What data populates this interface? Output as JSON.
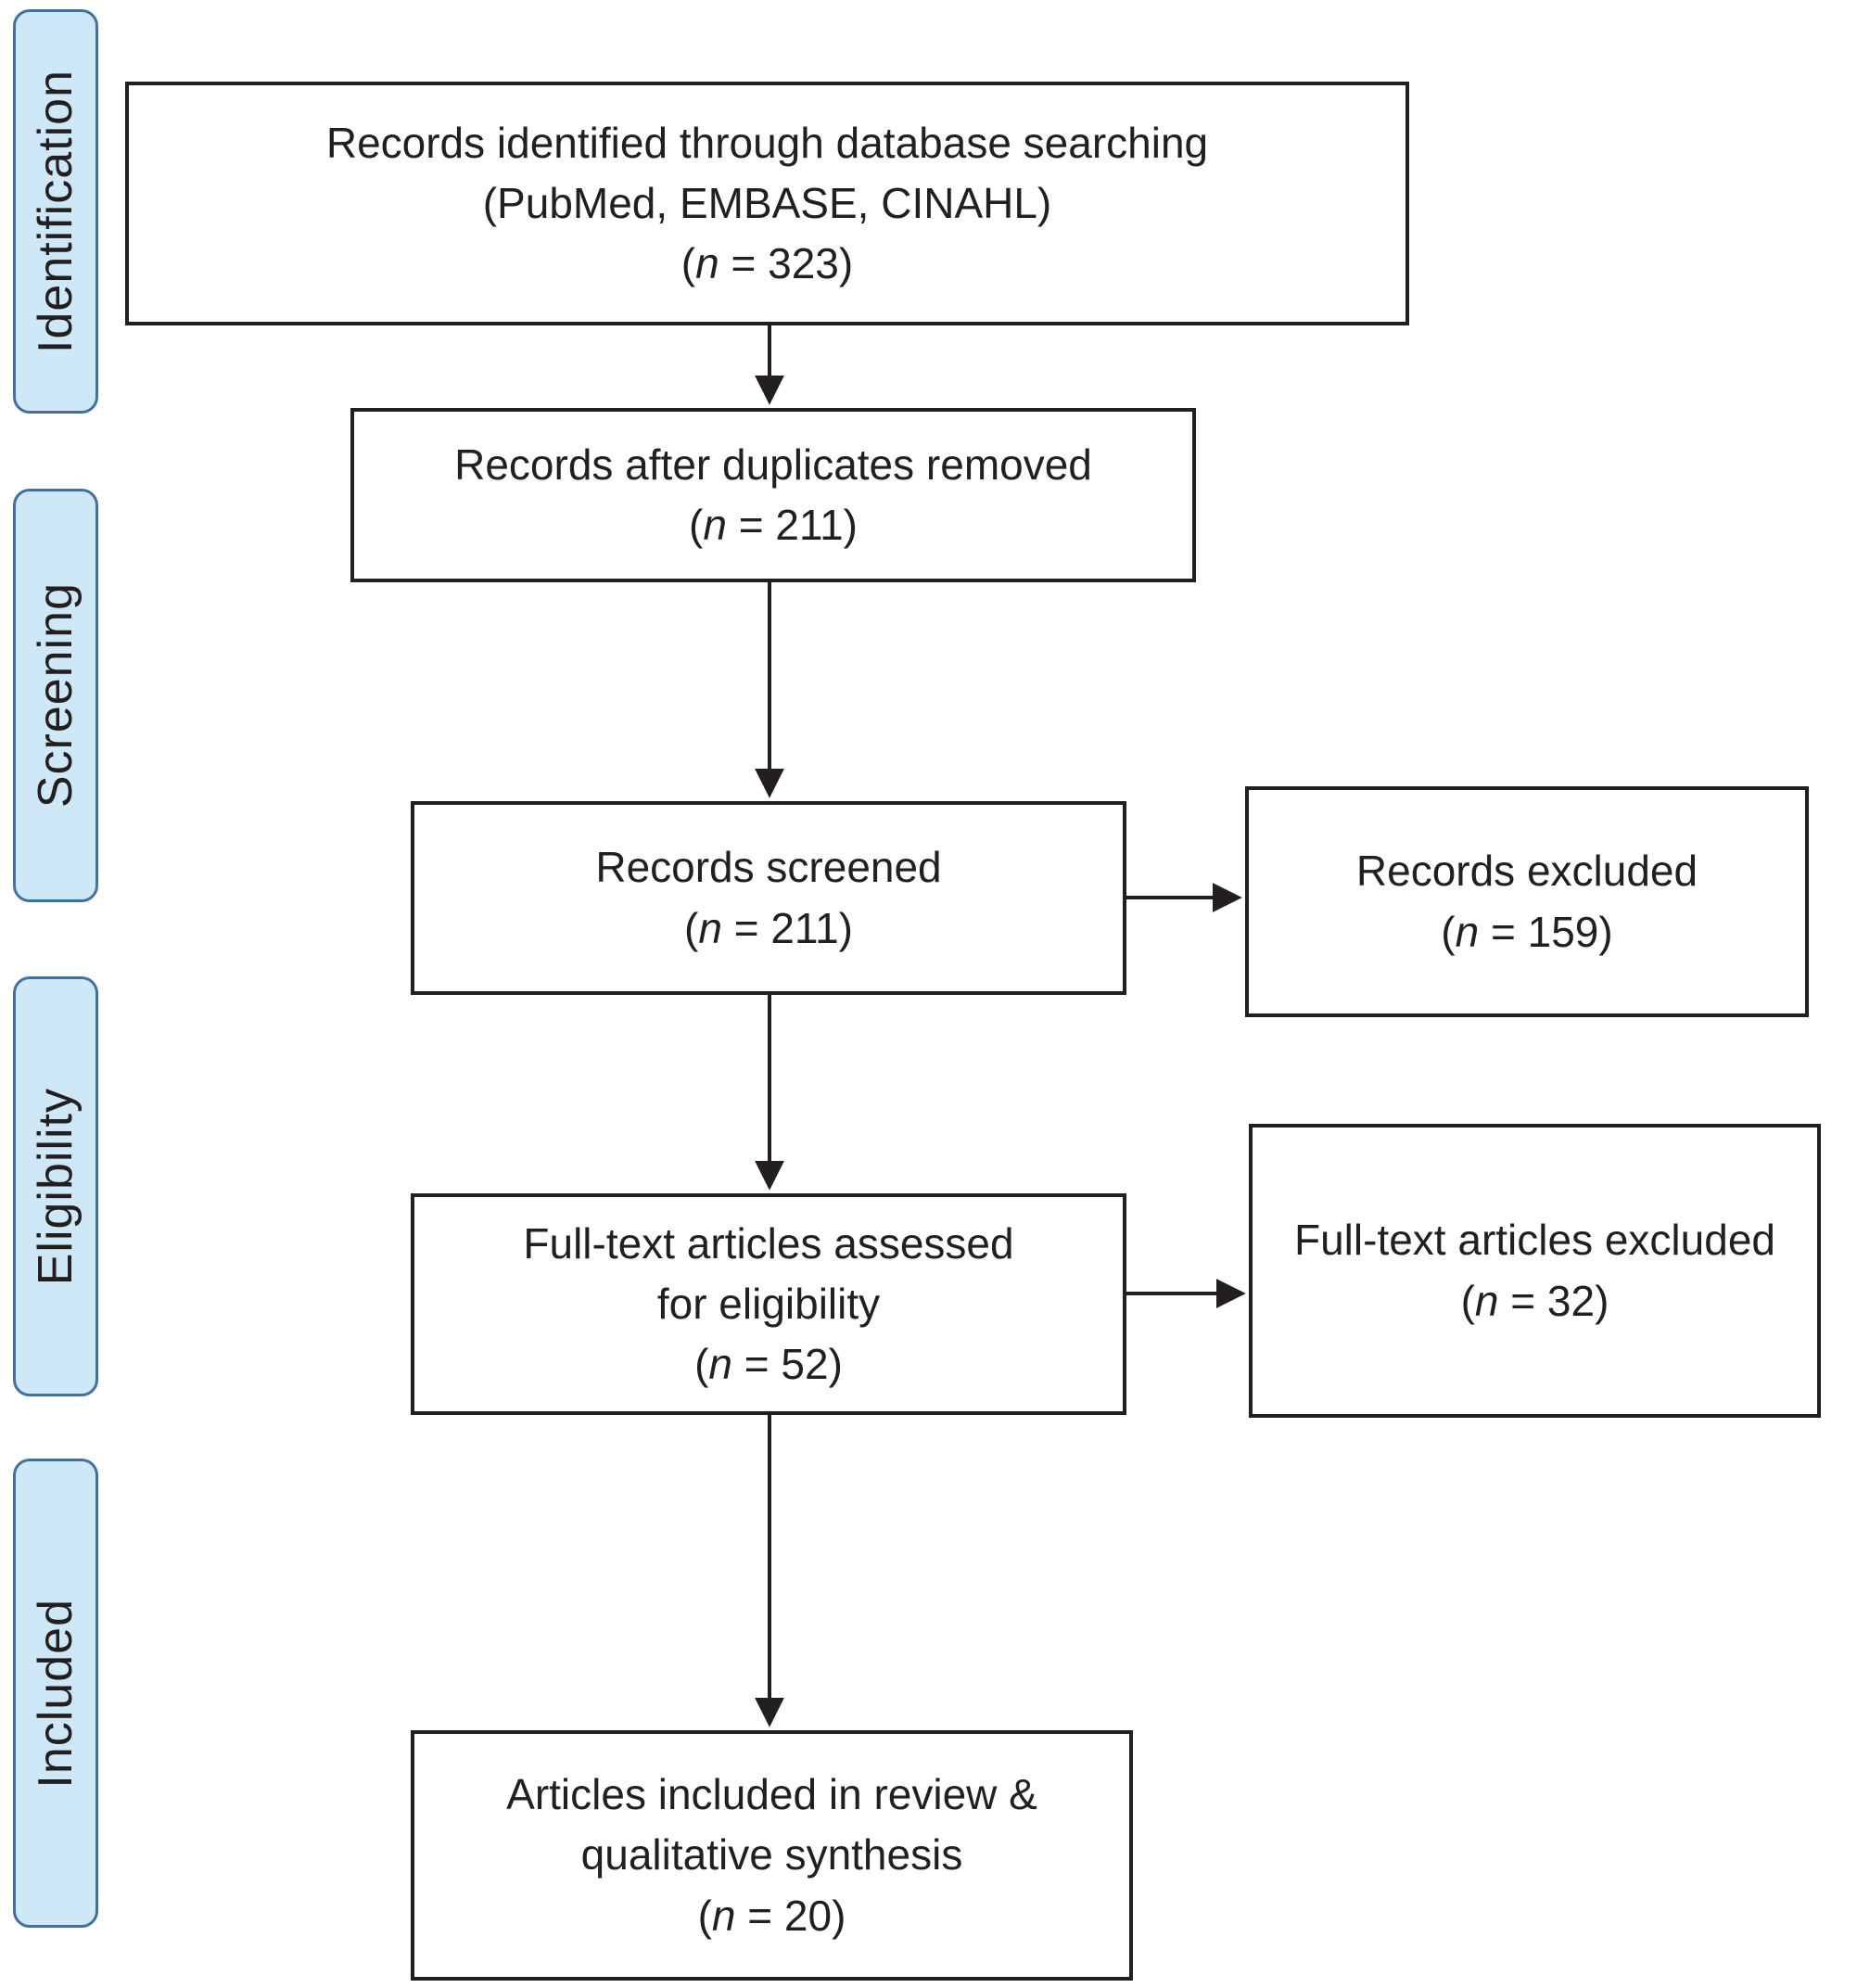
{
  "title": "PRISMA flow diagram",
  "palette": {
    "stage_fill": "#cfe8f7",
    "stage_border": "#41719c",
    "box_border": "#231f20",
    "arrow": "#231f20",
    "text": "#231f20",
    "background": "#ffffff"
  },
  "symbols": {
    "open_paren": "(",
    "n": "n"
  },
  "stages": [
    {
      "id": "identification",
      "label": "Identification"
    },
    {
      "id": "screening",
      "label": "Screening"
    },
    {
      "id": "eligibility",
      "label": "Eligibility"
    },
    {
      "id": "included",
      "label": "Included"
    }
  ],
  "boxes": {
    "identified": {
      "lines": [
        "Records identified through database searching",
        "(PubMed, EMBASE, CINAHL)"
      ],
      "count_rest": " = 323)"
    },
    "duplicates": {
      "lines": [
        "Records after duplicates removed"
      ],
      "count_rest": " = 211)"
    },
    "screened": {
      "lines": [
        "Records screened"
      ],
      "count_rest": " = 211)"
    },
    "records_excluded": {
      "lines": [
        "Records excluded"
      ],
      "count_rest": " = 159)"
    },
    "fulltext": {
      "lines": [
        "Full-text articles assessed",
        "for eligibility"
      ],
      "count_rest": " = 52)"
    },
    "fulltext_excluded": {
      "lines": [
        "Full-text articles excluded"
      ],
      "count_rest": " = 32)"
    },
    "included": {
      "lines": [
        "Articles included in review &",
        "qualitative synthesis"
      ],
      "count_rest": " = 20)"
    }
  }
}
